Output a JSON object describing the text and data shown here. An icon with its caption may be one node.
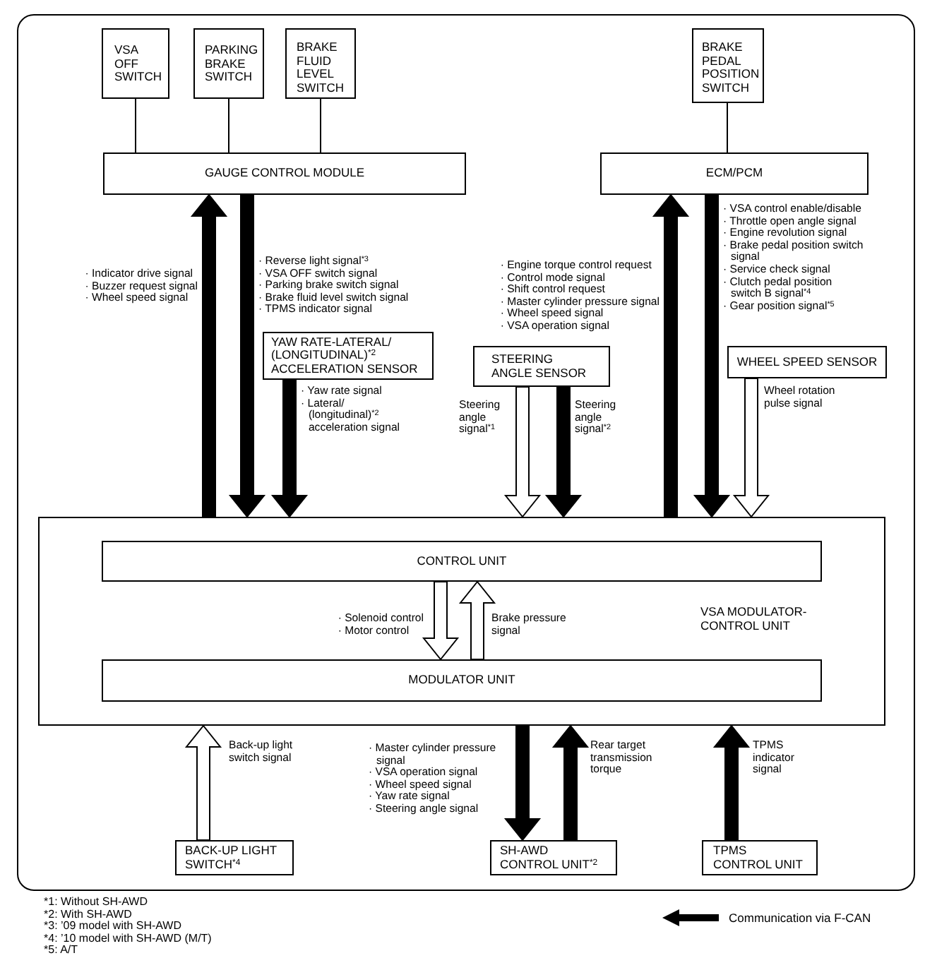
{
  "diagram": {
    "nodes": [
      {
        "text": [
          "VSA OFF SWITCH"
        ]
      },
      {
        "text": [
          "PARKING BRAKE SWITCH"
        ]
      },
      {
        "text": [
          "BRAKE FLUID LEVEL SWITCH"
        ]
      },
      {
        "text": [
          "BRAKE PEDAL POSITION SWITCH"
        ]
      },
      {
        "text": [
          "GAUGE CONTROL MODULE"
        ]
      },
      {
        "text": [
          "ECM/PCM"
        ]
      },
      {
        "text": [
          "YAW RATE-LATERAL/ (LONGITUDINAL)$^{*2}$ ACCELERATION SENSOR"
        ]
      },
      {
        "text": [
          "STEERING ANGLE SENSOR"
        ]
      },
      {
        "text": [
          "WHEEL SPEED SENSOR"
        ]
      },
      {
        "text": [
          "VSA MODULATOR- CONTROL UNIT"
        ]
      },
      {
        "text": [
          "CONTROL UNIT"
        ],
        "in": 9
      },
      {
        "text": [
          "MODULATOR UNIT"
        ],
        "in": 9
      },
      {
        "text": [
          "BACK-UP LIGHT SWITCH$^{*4}$"
        ]
      },
      {
        "text": [
          "SH-AWD CONTROL UNIT$^{*2}$"
        ]
      },
      {
        "text": [
          "TPMS CONTROL UNIT"
        ]
      }
    ],
    "edges": [
      {
        "from": 0,
        "to": 4,
        "arrow": "none"
      },
      {
        "from": 1,
        "to": 4,
        "arrow": "none"
      },
      {
        "from": 2,
        "to": 4,
        "arrow": "none"
      },
      {
        "from": 3,
        "to": 5,
        "arrow": "none"
      },
      {
        "from": 9,
        "to": 4,
        "arrow": "to",
        "style": "thick",
        "label": "· Indicator drive signal · Buzzer request signal · Wheel speed signal"
      },
      {
        "from": 4,
        "to": 9,
        "arrow": "to",
        "style": "thick",
        "label": "· Reverse light signal$^{*3}$ · VSA OFF switch signal · Parking brake switch signal · Brake fluid level switch signal · TPMS indicator signal"
      },
      {
        "from": 6,
        "to": 9,
        "arrow": "to",
        "style": "thick",
        "label": "· Yaw rate signal · Lateral/ (longitudinal)$^{*2}$ acceleration signal"
      },
      {
        "from": 7,
        "to": 9,
        "arrow": "to",
        "style": "thick",
        "color": "#ffffff",
        "label": "Steering angle signal$^{*1}$"
      },
      {
        "from": 7,
        "to": 9,
        "arrow": "to",
        "style": "thick",
        "label": "Steering angle signal$^{*2}$"
      },
      {
        "from": 9,
        "to": 5,
        "arrow": "to",
        "style": "thick",
        "label": "· Engine torque control request · Control mode signal · Shift control request · Master cylinder pressure signal · Wheel speed signal · VSA operation signal"
      },
      {
        "from": 5,
        "to": 9,
        "arrow": "to",
        "style": "thick",
        "label": "· VSA control enable/disable · Throttle open angle signal · Engine revolution signal · Brake pedal position switch signal · Service check signal · Clutch pedal position switch B signal$^{*4}$ · Gear position signal$^{*5}$"
      },
      {
        "from": 8,
        "to": 9,
        "arrow": "to",
        "style": "thick",
        "color": "#ffffff",
        "label": "Wheel rotation pulse signal"
      },
      {
        "from": 10,
        "to": 11,
        "arrow": "to",
        "style": "thick",
        "color": "#ffffff",
        "label": "· Solenoid control · Motor control"
      },
      {
        "from": 11,
        "to": 10,
        "arrow": "to",
        "style": "thick",
        "color": "#ffffff",
        "label": "Brake pressure signal"
      },
      {
        "from": 12,
        "to": 9,
        "arrow": "to",
        "style": "thick",
        "color": "#ffffff",
        "label": "Back-up light switch signal"
      },
      {
        "from": 9,
        "to": 13,
        "arrow": "to",
        "style": "thick",
        "label": "· Master cylinder pressure signal · VSA operation signal · Wheel speed signal · Yaw rate signal · Steering angle signal"
      },
      {
        "from": 13,
        "to": 9,
        "arrow": "to",
        "style": "thick",
        "label": "Rear target transmission torque"
      },
      {
        "from": 14,
        "to": 9,
        "arrow": "to",
        "style": "thick",
        "label": "TPMS indicator signal"
      }
    ],
    "labels": [
      "*1: Without SH-AWD",
      "*2: With SH-AWD",
      "*3: ’09 model with SH-AWD",
      "*4: ’10 model with SH-AWD (M/T)",
      "*5: A/T"
    ],
    "legend": [
      {
        "text": "Communication via F-CAN"
      }
    ]
  }
}
